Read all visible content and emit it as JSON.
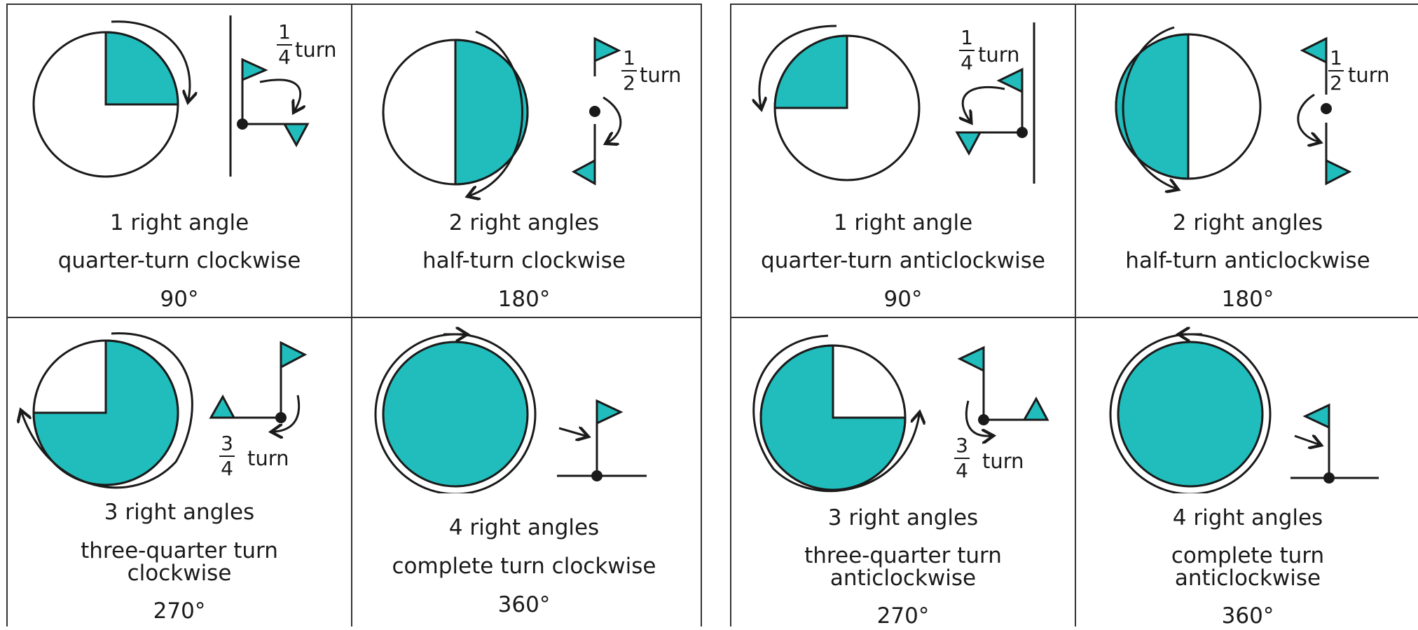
{
  "colors": {
    "fill": "#21bdbd",
    "line": "#1a1a1a"
  },
  "cw": {
    "q": {
      "line1": "1 right angle",
      "line2": "quarter-turn clockwise",
      "deg": "90°",
      "frac_num": "1",
      "frac_den": "4",
      "turn": "turn"
    },
    "h": {
      "line1": "2 right angles",
      "line2": "half-turn clockwise",
      "deg": "180°",
      "frac_num": "1",
      "frac_den": "2",
      "turn": "turn"
    },
    "t": {
      "line1": "3 right angles",
      "line2": "three-quarter turn clockwise",
      "deg": "270°",
      "frac_num": "3",
      "frac_den": "4",
      "turn": "turn"
    },
    "c": {
      "line1": "4 right angles",
      "line2": "complete turn clockwise",
      "deg": "360°"
    }
  },
  "acw": {
    "q": {
      "line1": "1 right angle",
      "line2": "quarter-turn anticlockwise",
      "deg": "90°",
      "frac_num": "1",
      "frac_den": "4",
      "turn": "turn"
    },
    "h": {
      "line1": "2 right angles",
      "line2": "half-turn anticlockwise",
      "deg": "180°",
      "frac_num": "1",
      "frac_den": "2",
      "turn": "turn"
    },
    "t": {
      "line1": "3 right angles",
      "line2": "three-quarter turn anticlockwise",
      "deg": "270°",
      "frac_num": "3",
      "frac_den": "4",
      "turn": "turn"
    },
    "c": {
      "line1": "4 right angles",
      "line2": "complete turn anticlockwise",
      "deg": "360°"
    }
  }
}
